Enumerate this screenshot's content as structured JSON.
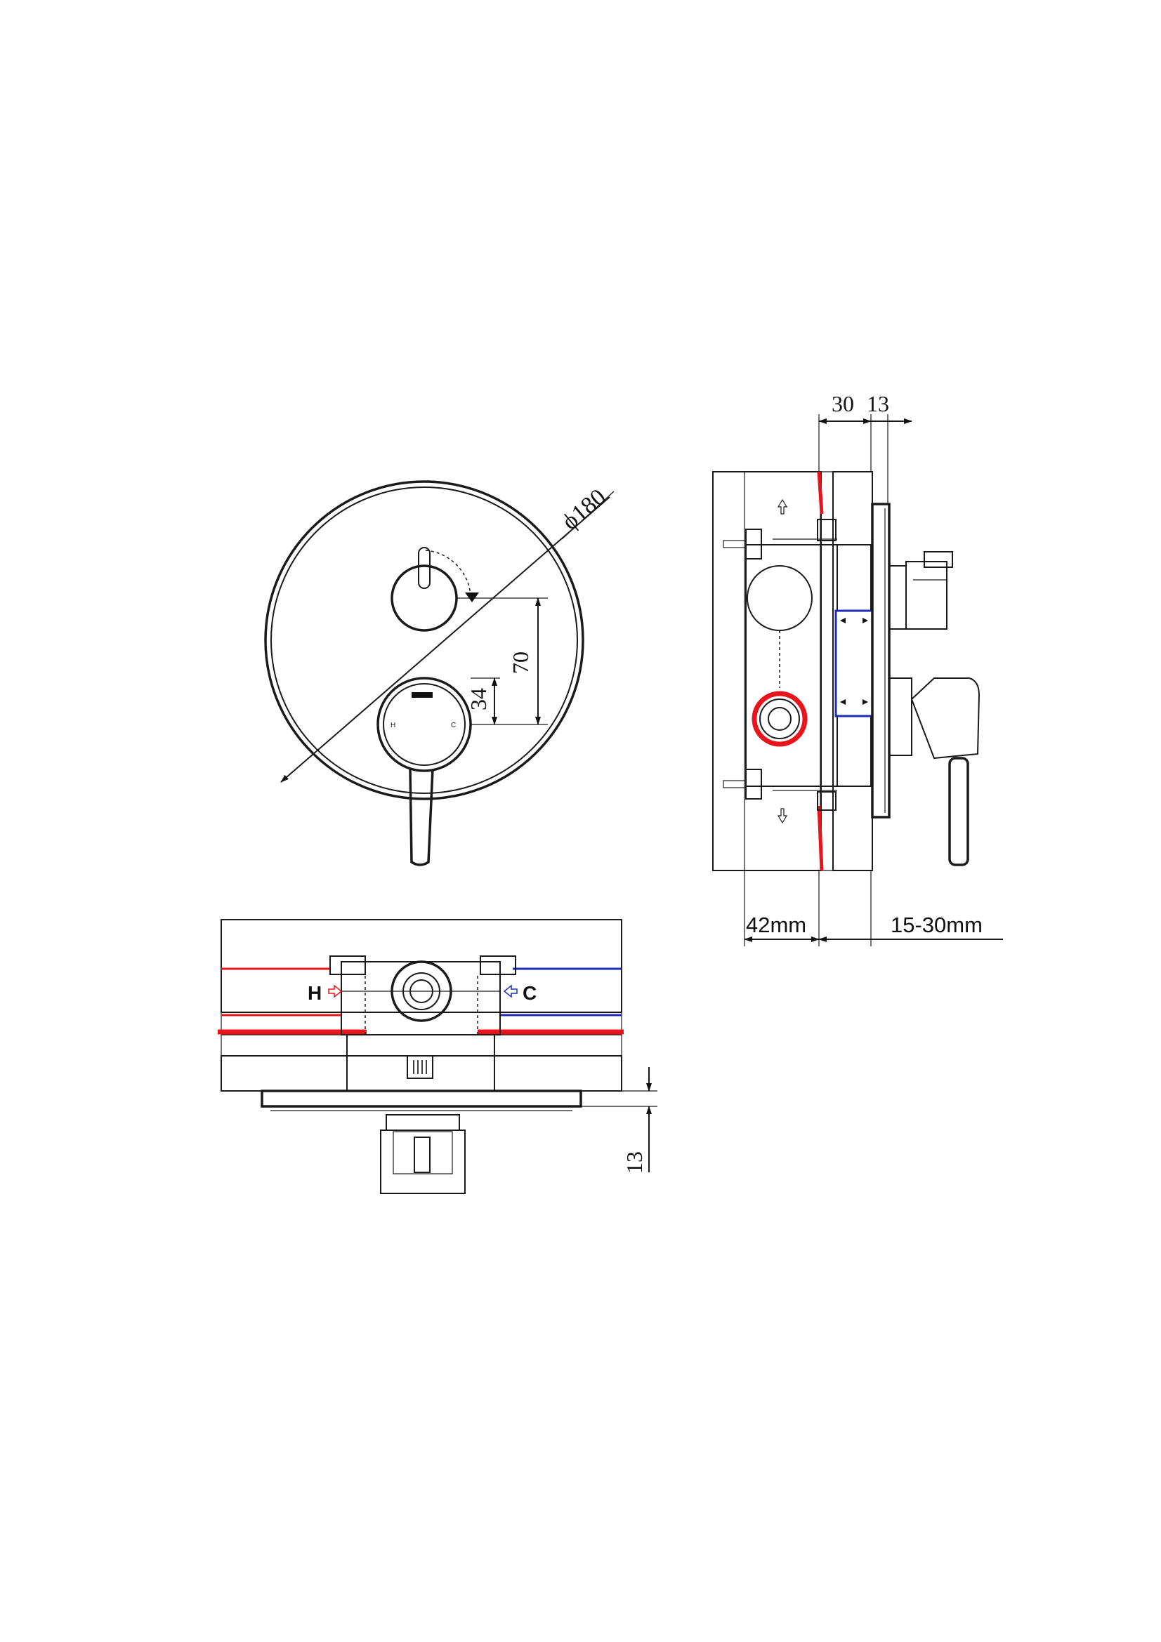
{
  "front_view": {
    "diameter_label": "ϕ180",
    "dim_70": "70",
    "dim_34": "34",
    "hot_mark": "H",
    "cold_mark": "C"
  },
  "side_view": {
    "dim_30": "30",
    "dim_13": "13",
    "dim_depth": "42mm",
    "dim_wall": "15-30mm"
  },
  "top_view": {
    "hot_label": "H",
    "cold_label": "C",
    "dim_13": "13"
  },
  "colors": {
    "hot_pipe": "#e8141a",
    "cold_pipe": "#1f2bb5",
    "line": "#1a1a1a"
  }
}
